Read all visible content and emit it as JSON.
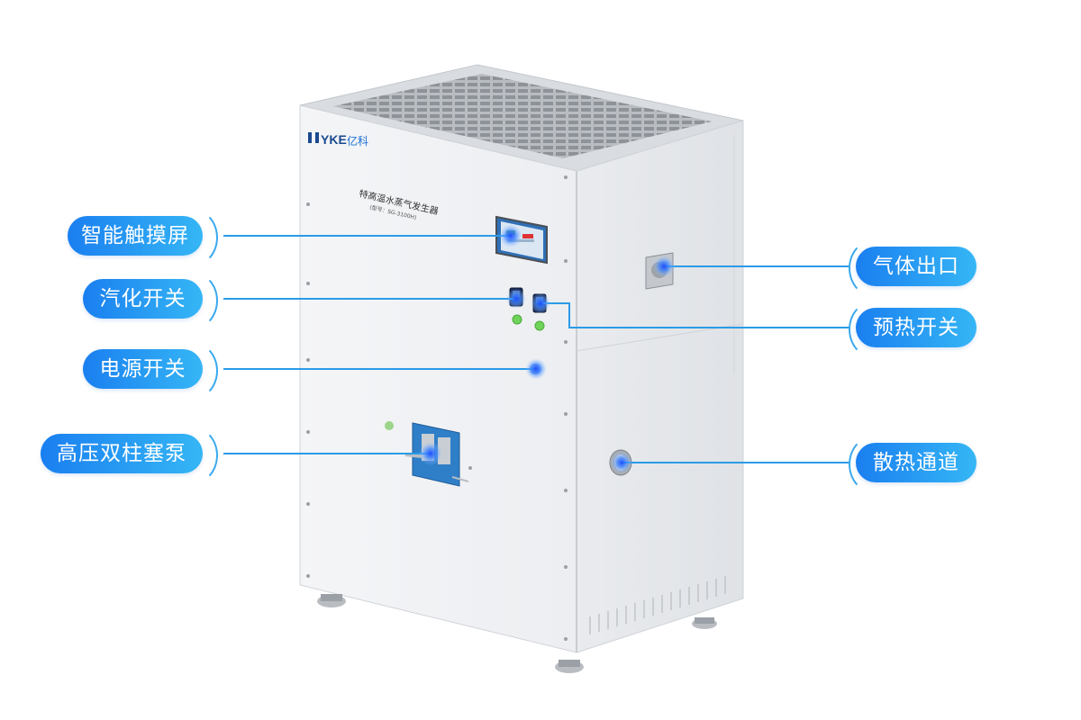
{
  "brand": {
    "logo_latin": "YKE",
    "logo_cn": "亿科"
  },
  "device": {
    "title": "特高温水蒸气发生器",
    "model": "(型号：SG-3100H)"
  },
  "colors": {
    "accent": "#1e88f0",
    "accent_light": "#38b8f6",
    "line": "#2a9be8",
    "glow": "#2a6bff"
  },
  "callouts": {
    "touchscreen": "智能触摸屏",
    "vaporize_switch": "汽化开关",
    "power_switch": "电源开关",
    "pump": "高压双柱塞泵",
    "gas_outlet": "气体出口",
    "preheat_switch": "预热开关",
    "vent": "散热通道"
  }
}
